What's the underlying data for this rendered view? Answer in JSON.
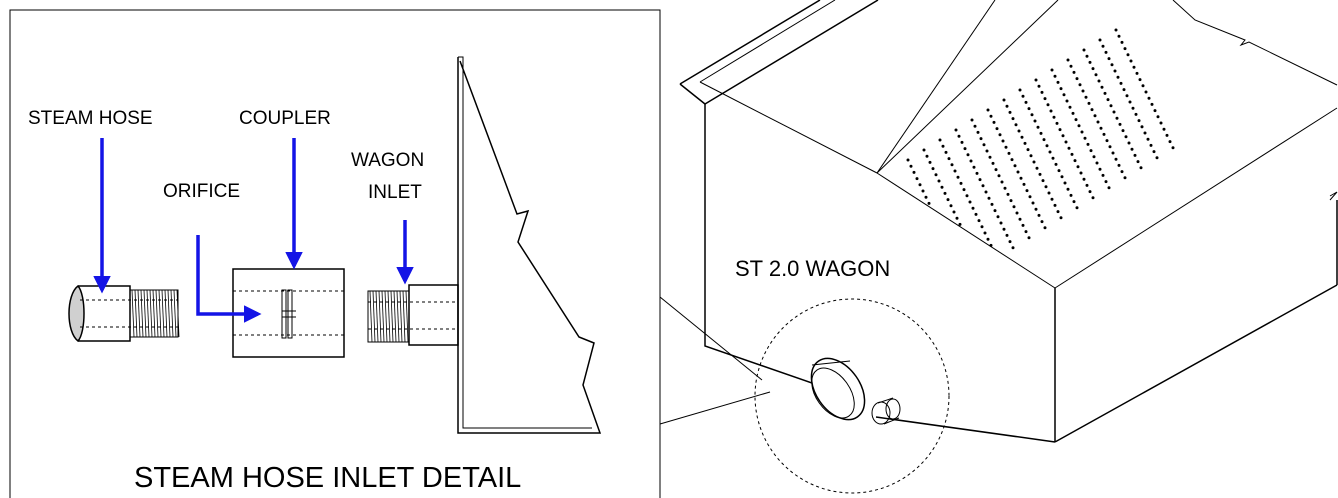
{
  "detail": {
    "title": "STEAM HOSE INLET DETAIL",
    "labels": {
      "steam_hose": "STEAM HOSE",
      "coupler": "COUPLER",
      "orifice": "ORIFICE",
      "wagon_inlet_line1": "WAGON",
      "wagon_inlet_line2": "INLET"
    }
  },
  "wagon": {
    "label": "ST 2.0 WAGON"
  },
  "colors": {
    "arrow": "#1414e6",
    "line": "#000000",
    "background": "#ffffff",
    "hose_end": "#d0d0d0"
  }
}
